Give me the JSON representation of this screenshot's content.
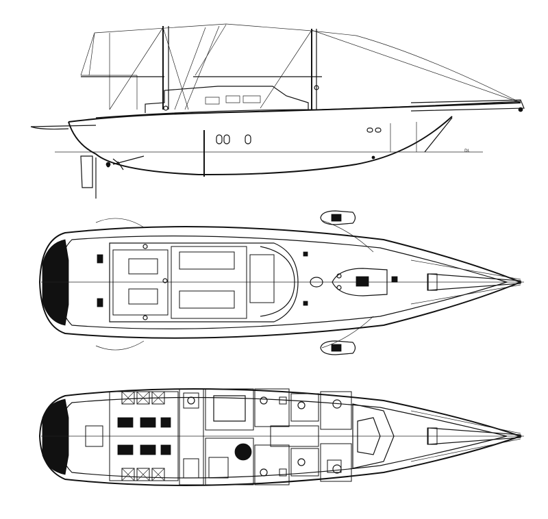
{
  "drawing": {
    "views": [
      "profile",
      "deck-plan",
      "accommodation-plan"
    ],
    "profile_tag": "DL",
    "line_color": "#111111",
    "background": "#ffffff"
  }
}
